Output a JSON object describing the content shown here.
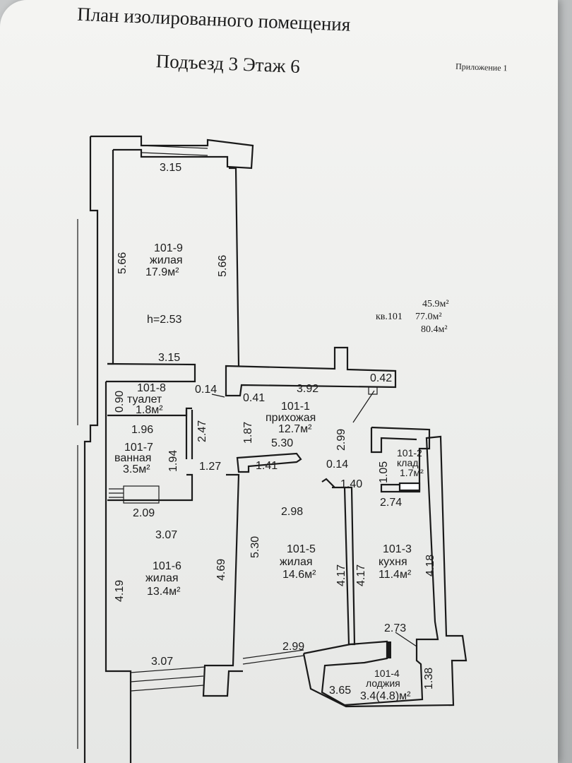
{
  "header": {
    "title": "План изолированного помещения",
    "subtitle": "Подъезд 3  Этаж 6",
    "annex": "Приложение 1"
  },
  "apartment": {
    "number": "кв.101",
    "areas": [
      "45.9м²",
      "77.0м²",
      "80.4м²"
    ]
  },
  "ceiling_height": "h=2.53",
  "rooms": [
    {
      "id": "101-9",
      "name": "жилая",
      "area": "17.9м²"
    },
    {
      "id": "101-8",
      "name": "туалет",
      "area": "1.8м²"
    },
    {
      "id": "101-7",
      "name": "ванная",
      "area": "3.5м²"
    },
    {
      "id": "101-6",
      "name": "жилая",
      "area": "13.4м²"
    },
    {
      "id": "101-1",
      "name": "прихожая",
      "area": "12.7м²"
    },
    {
      "id": "101-5",
      "name": "жилая",
      "area": "14.6м²"
    },
    {
      "id": "101-2",
      "name": "клад.",
      "area": "1.7м²"
    },
    {
      "id": "101-3",
      "name": "кухня",
      "area": "11.4м²"
    },
    {
      "id": "101-4",
      "name": "лоджия",
      "area": "3.4(4.8)м²"
    }
  ],
  "dimensions": {
    "r9_top": "3.15",
    "r9_left": "5.66",
    "r9_right": "5.66",
    "r9_bottom": "3.15",
    "wc_h": "0.90",
    "wc_gap": "0.14",
    "wc_w": "1.96",
    "wc_side": "2.47",
    "hall_a": "0.41",
    "hall_b": "3.92",
    "hall_c": "0.42",
    "hall_d": "1.87",
    "hall_e": "5.30",
    "hall_f": "2.99",
    "hall_g": "1.41",
    "hall_h": "1.27",
    "bath_h": "1.94",
    "bath_w": "2.09",
    "r6_top": "3.07",
    "r6_left": "4.19",
    "r6_right": "4.69",
    "r6_bottom": "3.07",
    "r5_left": "5.30",
    "r5_top": "2.98",
    "r5_right_a": "4.17",
    "r5_right_b": "4.17",
    "r5_bottom": "2.99",
    "pass_a": "0.14",
    "pass_b": "1.40",
    "st_h": "1.05",
    "st_w": "2.74",
    "k_right": "4.18",
    "k_bottom": "2.73",
    "log_w": "3.65",
    "log_h": "1.38"
  }
}
